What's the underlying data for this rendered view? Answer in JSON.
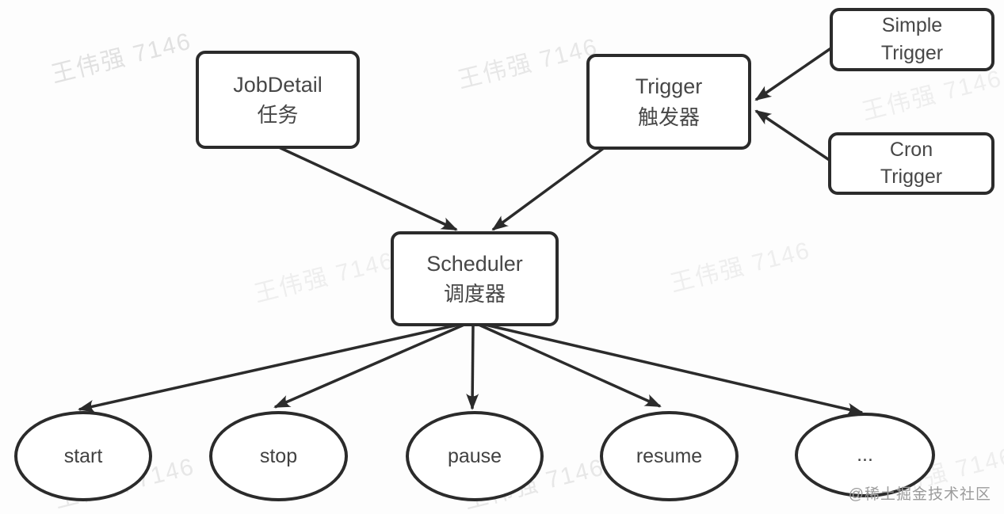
{
  "diagram": {
    "title_hint": "Quartz scheduler components diagram",
    "nodes": {
      "jobdetail": {
        "line1": "JobDetail",
        "line2": "任务"
      },
      "trigger": {
        "line1": "Trigger",
        "line2": "触发器"
      },
      "simple_trigger": {
        "line1": "Simple",
        "line2": "Trigger"
      },
      "cron_trigger": {
        "line1": "Cron",
        "line2": "Trigger"
      },
      "scheduler": {
        "line1": "Scheduler",
        "line2": "调度器"
      },
      "operations": [
        "start",
        "stop",
        "pause",
        "resume",
        "..."
      ]
    },
    "edges": [
      {
        "from": "JobDetail 任务",
        "to": "Scheduler 调度器"
      },
      {
        "from": "Trigger 触发器",
        "to": "Scheduler 调度器"
      },
      {
        "from": "Simple Trigger",
        "to": "Trigger 触发器"
      },
      {
        "from": "Cron Trigger",
        "to": "Trigger 触发器"
      },
      {
        "from": "Scheduler 调度器",
        "to": "start"
      },
      {
        "from": "Scheduler 调度器",
        "to": "stop"
      },
      {
        "from": "Scheduler 调度器",
        "to": "pause"
      },
      {
        "from": "Scheduler 调度器",
        "to": "resume"
      },
      {
        "from": "Scheduler 调度器",
        "to": "..."
      }
    ],
    "colors": {
      "stroke": "#2b2b2b",
      "node_text": "#474747",
      "watermark": "#e7e7e7",
      "attribution": "#9b9b9b",
      "background": "#fdfdfd"
    }
  },
  "watermark": {
    "text": "王伟强 7146"
  },
  "attribution": {
    "text": "@稀土掘金技术社区"
  }
}
